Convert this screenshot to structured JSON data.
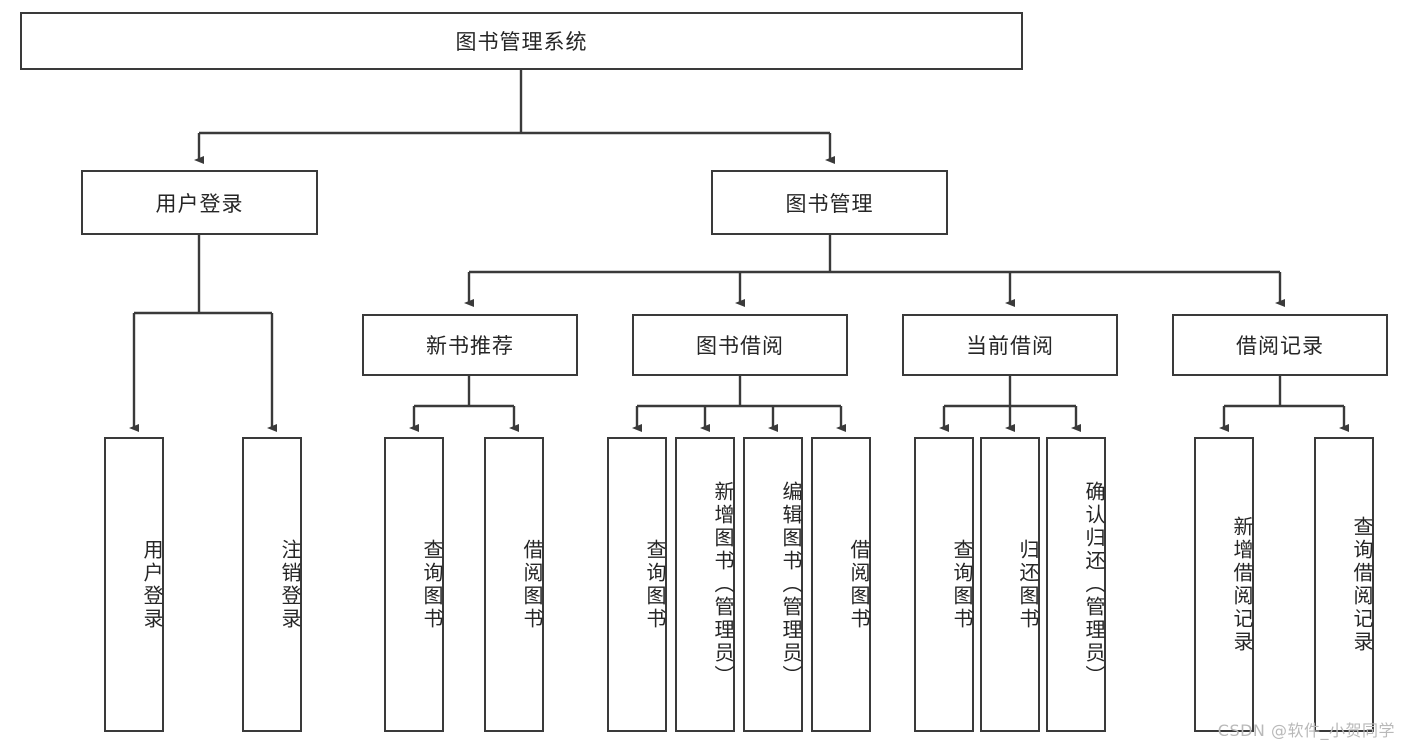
{
  "diagram": {
    "title": "图书管理系统",
    "type": "tree-hierarchy-diagram",
    "colors": {
      "box_border": "#3a3a3a",
      "box_fill": "#ffffff",
      "line": "#3a3a3a",
      "text": "#262626",
      "watermark": "#b9b9b9"
    },
    "root": {
      "label": "图书管理系统"
    },
    "level2": [
      {
        "label": "用户登录"
      },
      {
        "label": "图书管理"
      }
    ],
    "level3": [
      {
        "label": "新书推荐"
      },
      {
        "label": "图书借阅"
      },
      {
        "label": "当前借阅"
      },
      {
        "label": "借阅记录"
      }
    ],
    "leaves": {
      "user_login": [
        {
          "label": "用户登录"
        },
        {
          "label": "注销登录"
        }
      ],
      "new_book_recommend": [
        {
          "label": "查询图书"
        },
        {
          "label": "借阅图书"
        }
      ],
      "book_borrow": [
        {
          "label": "查询图书"
        },
        {
          "label": "新增图书（管理员）"
        },
        {
          "label": "编辑图书（管理员）"
        },
        {
          "label": "借阅图书"
        }
      ],
      "current_borrow": [
        {
          "label": "查询图书"
        },
        {
          "label": "归还图书"
        },
        {
          "label": "确认归还（管理员）"
        }
      ],
      "borrow_record": [
        {
          "label": "新增借阅记录"
        },
        {
          "label": "查询借阅记录"
        }
      ]
    },
    "watermark": "CSDN @软件_小贺同学"
  }
}
